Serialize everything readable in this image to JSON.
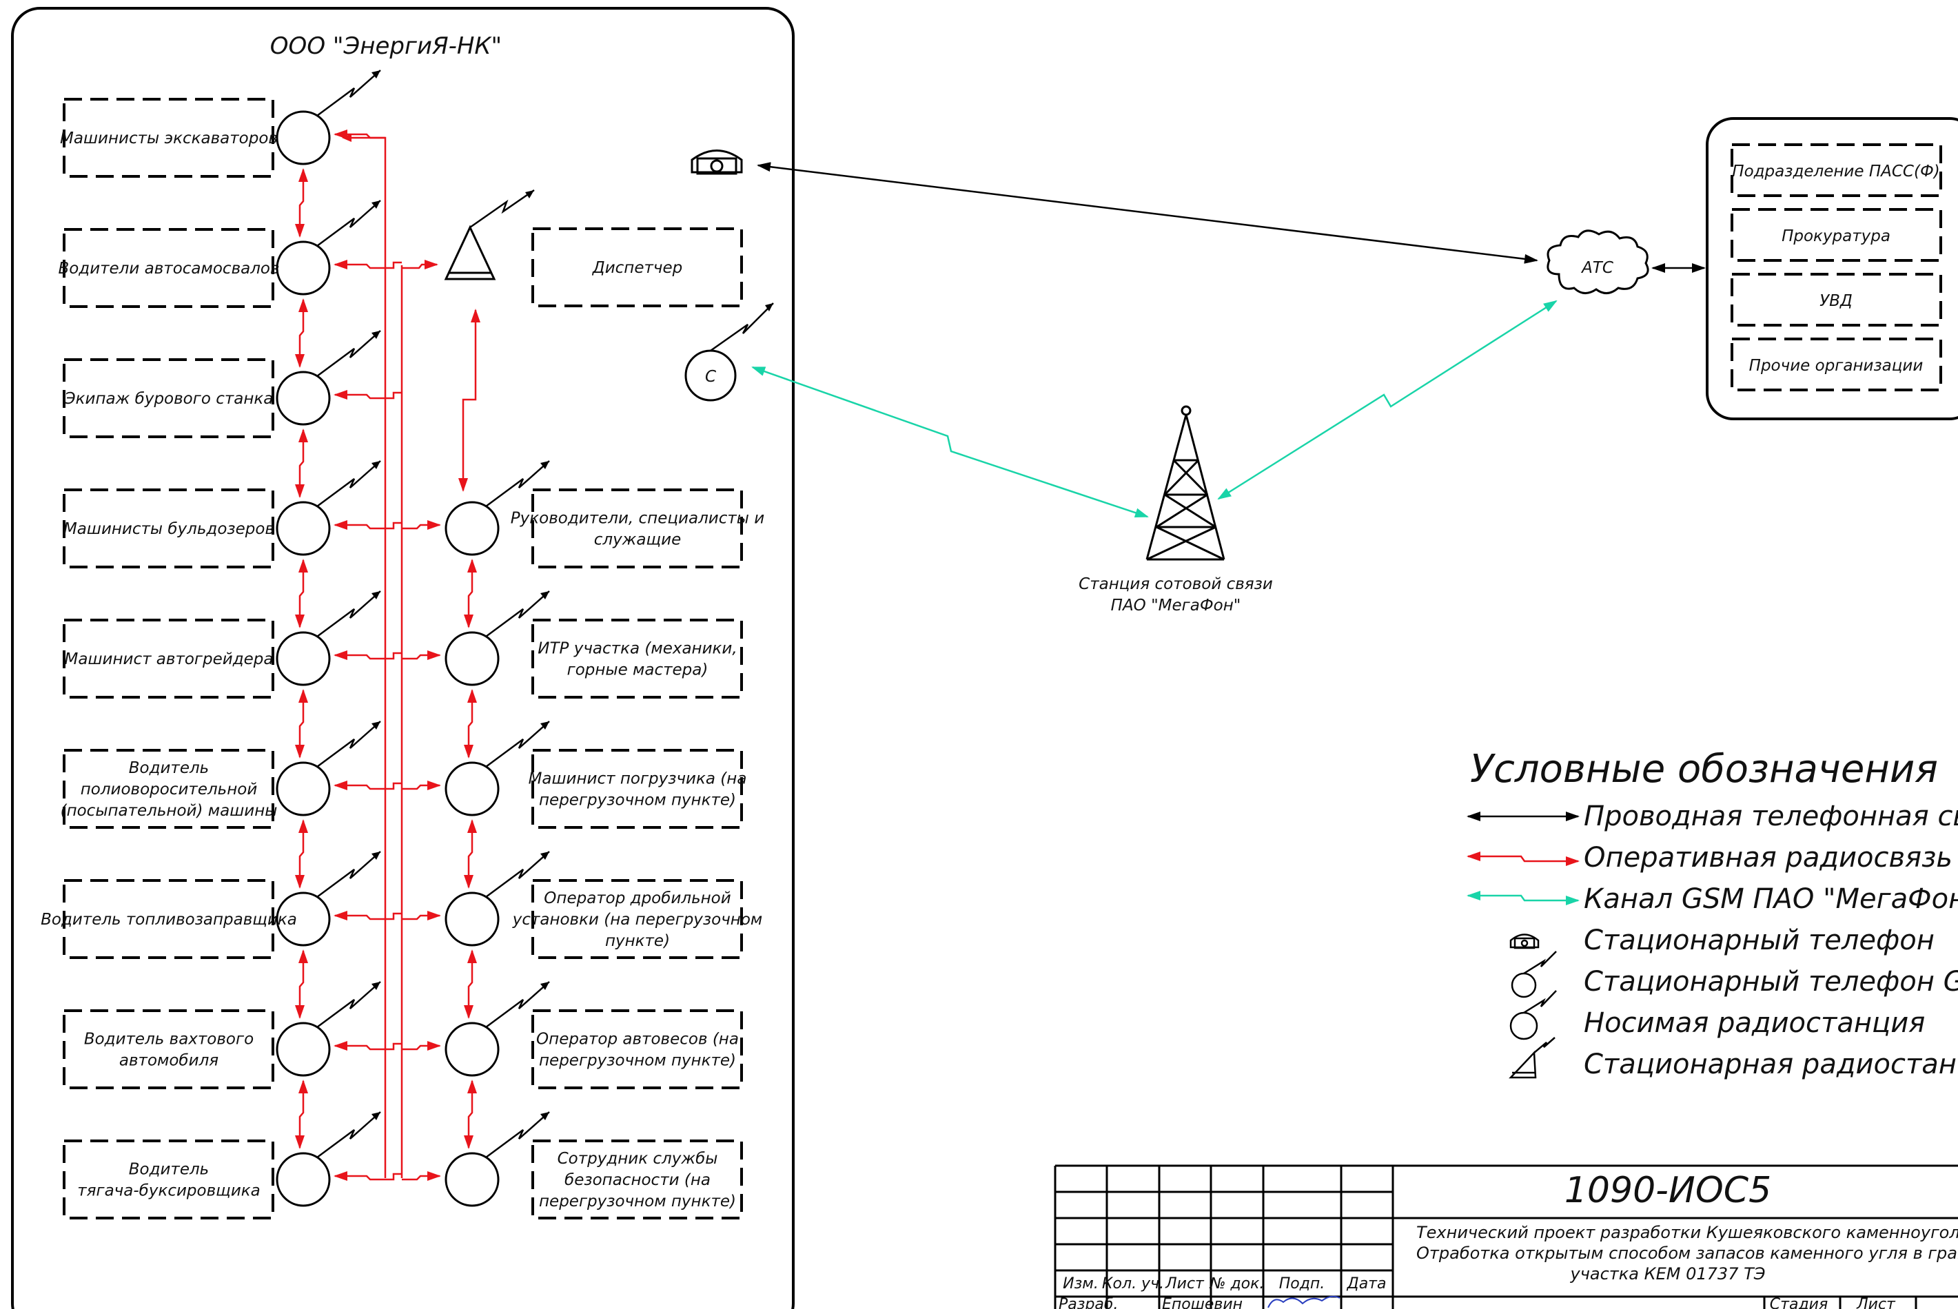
{
  "org_title": "ООО \"ЭнергиЯ-НК\"",
  "left_workers": [
    [
      "Машинисты экскаваторов"
    ],
    [
      "Водители автосамосвалов"
    ],
    [
      "Экипаж бурового станка"
    ],
    [
      "Машинисты бульдозеров"
    ],
    [
      "Машинист автогрейдера"
    ],
    [
      "Водитель",
      "полиоворосительной",
      "(посыпательной) машины"
    ],
    [
      "Водитель топливозаправщика"
    ],
    [
      "Водитель вахтового",
      "автомобиля"
    ],
    [
      "Водитель",
      "тягача-буксировщика"
    ]
  ],
  "dispatcher": "Диспетчер",
  "right_workers": [
    [
      "Руководители, специалисты и",
      "служащие"
    ],
    [
      "ИТР участка (механики,",
      "горные мастера)"
    ],
    [
      "Машинист погрузчика (на",
      "перегрузочном пункте)"
    ],
    [
      "Оператор дробильной",
      "установки (на перегрузочном",
      "пункте)"
    ],
    [
      "Оператор автовесов (на",
      "перегрузочном пункте)"
    ],
    [
      "Сотрудник службы",
      "безопасности (на",
      "перегрузочном пункте)"
    ]
  ],
  "gsm_phone_letter": "С",
  "atc_label": "АТС",
  "external_orgs": [
    "Подразделение ПАСС(Ф)",
    "Прокуратура",
    "УВД",
    "Прочие организации"
  ],
  "tower_caption": [
    "Станция сотовой связи",
    "ПАО \"МегаФон\""
  ],
  "legend": {
    "title": "Условные обозначения",
    "items": [
      "Проводная телефонная связь",
      "Оперативная радиосвязь",
      "Канал GSM ПАО \"МегаФон\"",
      "Стационарный телефон",
      "Стационарный телефон GSM",
      "Носимая радиостанция",
      "Стационарная радиостанция"
    ]
  },
  "stamp": {
    "doc_number": "1090-ИОС5",
    "description": [
      "Технический проект разработки Кушеяковского каменноугольного месторожд",
      "Отработка открытым способом запасов каменного угля в границах лицензион",
      "участка КЕМ 01737 ТЭ"
    ],
    "headers": [
      "Изм.",
      "Кол. уч.",
      "Лист",
      "№ док.",
      "Подп.",
      "Дата"
    ],
    "bottom_row": [
      "Разраб.",
      "Епошевин",
      "Стадия",
      "Лист"
    ]
  },
  "colors": {
    "wired": "#000000",
    "radio": "#e8141b",
    "gsm": "#19d4a8"
  }
}
